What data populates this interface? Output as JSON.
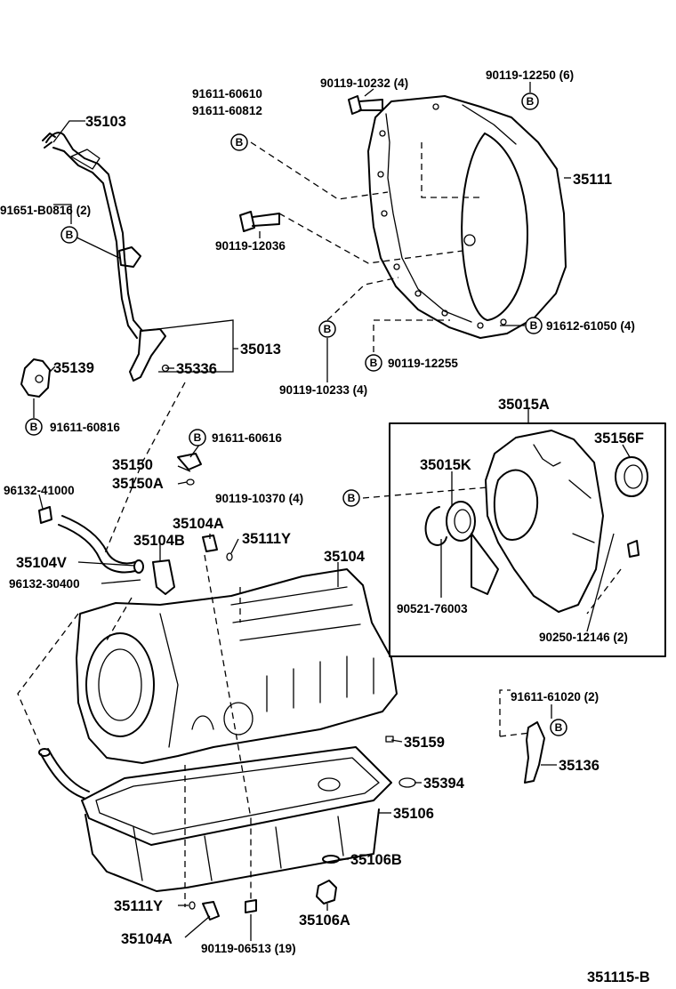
{
  "diagram_code": "351115-B",
  "bolt_marker": "B",
  "labels": {
    "p35103": "35103",
    "p91651": "91651-B0816 (2)",
    "p35013": "35013",
    "p35336": "35336",
    "p35139": "35139",
    "p91611_60816": "91611-60816",
    "p91611_60610": "91611-60610",
    "p91611_60812": "91611-60812",
    "p90119_10232": "90119-10232 (4)",
    "p90119_12250": "90119-12250 (6)",
    "p35111": "35111",
    "p90119_12036": "90119-12036",
    "p91612_61050": "91612-61050 (4)",
    "p90119_12255": "90119-12255",
    "p90119_10233": "90119-10233 (4)",
    "p35015A": "35015A",
    "p35156F": "35156F",
    "p35015K": "35015K",
    "p90521_76003": "90521-76003",
    "p90250_12146": "90250-12146 (2)",
    "p91611_60616": "91611-60616",
    "p35150": "35150",
    "p35150A": "35150A",
    "p96132_41000": "96132-41000",
    "p90119_10370": "90119-10370 (4)",
    "p35104A_top": "35104A",
    "p35104B": "35104B",
    "p35111Y_top": "35111Y",
    "p35104V": "35104V",
    "p96132_30400": "96132-30400",
    "p35104": "35104",
    "p91611_61020": "91611-61020 (2)",
    "p35136": "35136",
    "p35159": "35159",
    "p35394": "35394",
    "p35106": "35106",
    "p35106B": "35106B",
    "p35111Y_bot": "35111Y",
    "p35104A_bot": "35104A",
    "p90119_06513": "90119-06513 (19)",
    "p35106A": "35106A"
  }
}
